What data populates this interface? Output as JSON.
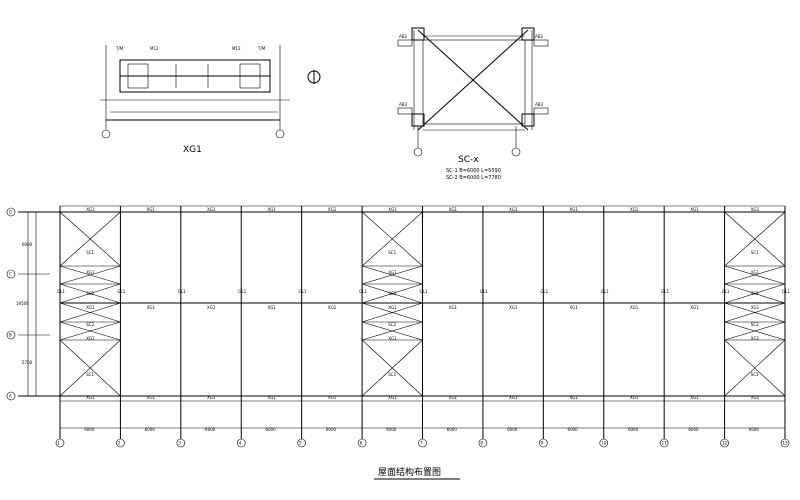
{
  "detail_xg1": {
    "title": "XG1",
    "labels": [
      "T/M",
      "M12",
      "T/M",
      "M12"
    ]
  },
  "detail_sc": {
    "title": "SC-x",
    "notes": [
      "SC-1 B=6000 L=5590",
      "SC-2 B=6000 L=7780"
    ],
    "tags": [
      "AB2",
      "AB2",
      "AB2",
      "AB2"
    ]
  },
  "plan": {
    "title": "屋面结构布置图",
    "row_axes": [
      "D",
      "C",
      "B",
      "A"
    ],
    "col_axes": [
      "1",
      "2",
      "3",
      "4",
      "5",
      "6",
      "7",
      "8",
      "9",
      "10",
      "11",
      "12",
      "13"
    ],
    "top_bar_labels": [
      "XG1",
      "XG1",
      "XG1",
      "XG1",
      "XG1",
      "XG1",
      "XG1",
      "XG1",
      "XG1",
      "XG1",
      "XG1",
      "XG1"
    ],
    "mid_bar_labels": [
      "XG1",
      "XG1",
      "XG1",
      "XG1",
      "XG1",
      "XG1",
      "XG1",
      "XG1",
      "XG1",
      "XG1",
      "XG1",
      "XG1"
    ],
    "bot_bar_labels": [
      "XG1",
      "XG1",
      "XG1",
      "XG1",
      "XG1",
      "XG1",
      "XG1",
      "XG1",
      "XG1",
      "XG1",
      "XG1",
      "XG1"
    ],
    "bay_brace_labels": [
      "SC1",
      "SC2",
      "SC2",
      "SC2",
      "SC1"
    ],
    "col_labels": [
      "GL1",
      "GL1",
      "GL1",
      "GL1",
      "GL1",
      "GL1",
      "GL1",
      "GL1",
      "GL1",
      "GL1",
      "GL1",
      "GL1",
      "GL1"
    ],
    "dim_labels": [
      "6000",
      "6000",
      "6000",
      "6000",
      "6000",
      "6000",
      "6000",
      "6000",
      "6000",
      "6000",
      "6000",
      "6000"
    ],
    "side_dims": [
      "6900",
      "19500",
      "5700"
    ]
  }
}
